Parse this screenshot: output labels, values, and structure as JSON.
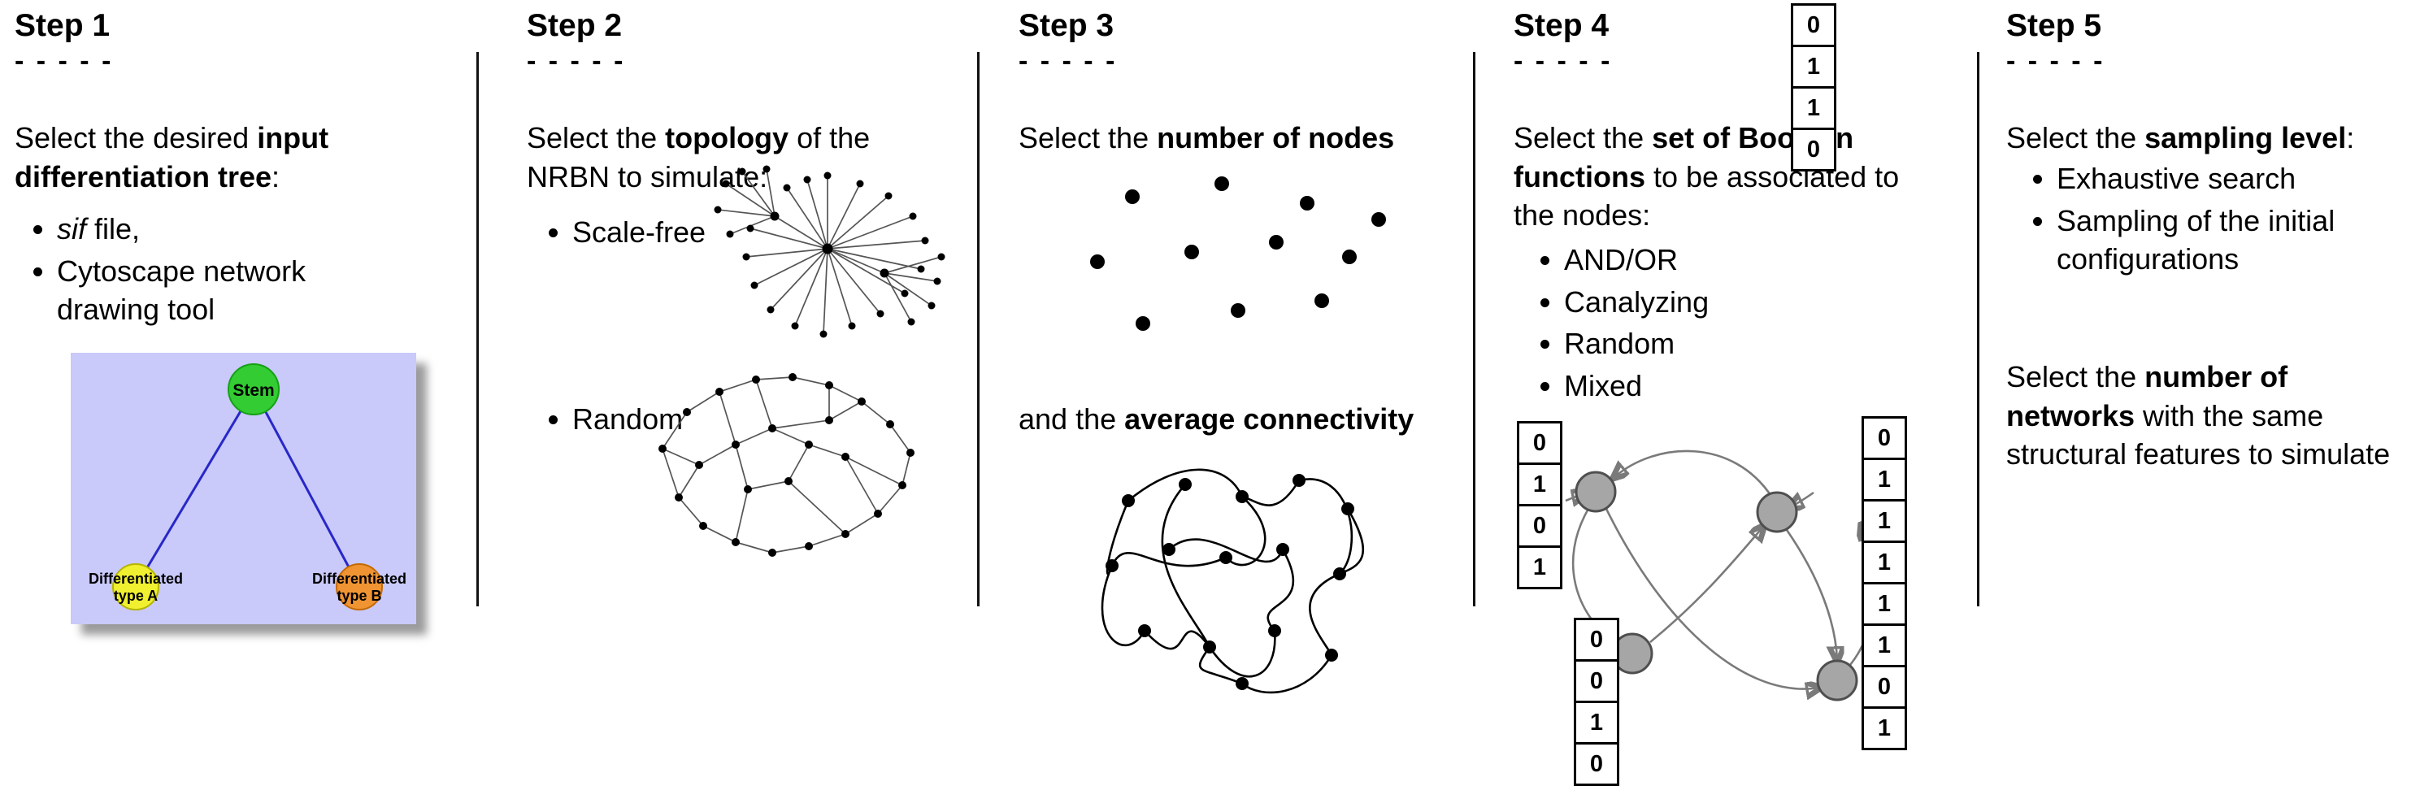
{
  "figure": {
    "type": "workflow-diagram",
    "background": "#ffffff"
  },
  "steps": {
    "step1": {
      "title": "Step 1",
      "dashes": "- - - - -",
      "intro": {
        "pre": "Select the desired ",
        "bold": "input differentiation tree",
        "post": ":"
      },
      "bullets": {
        "item1_italic": "sif",
        "item1_rest": " file,",
        "item2": "Cytoscape network drawing tool"
      },
      "tree": {
        "stem_label": "Stem",
        "type_a_line1": "Differentiated",
        "type_a_line2": "type A",
        "type_b_line1": "Differentiated",
        "type_b_line2": "type B",
        "colors": {
          "panel": "#c9c9fa",
          "stem": "#33cc33",
          "type_a": "#f0f030",
          "type_b": "#f09433",
          "edge": "#2828c8"
        }
      }
    },
    "step2": {
      "title": "Step 2",
      "dashes": "- - - - -",
      "intro": {
        "pre": "Select the ",
        "bold": "topology",
        "post": " of the NRBN to simulate:"
      },
      "bullets": {
        "item1": "Scale-free",
        "item2": "Random"
      }
    },
    "step3": {
      "title": "Step 3",
      "dashes": "- - - - -",
      "intro": {
        "pre": "Select the ",
        "bold": "number of nodes",
        "post": ""
      },
      "second": {
        "pre": "and the ",
        "bold": "average connectivity",
        "post": ""
      }
    },
    "step4": {
      "title": "Step 4",
      "dashes": "- - - - -",
      "intro": {
        "pre": "Select the ",
        "bold": "set of Boolean functions",
        "post": " to be associated to the nodes:"
      },
      "bullets": [
        "AND/OR",
        "Canalyzing",
        "Random",
        "Mixed"
      ],
      "tables": {
        "left": [
          "0",
          "1",
          "0",
          "1"
        ],
        "top": [
          "0",
          "1",
          "1",
          "0"
        ],
        "right": [
          "0",
          "1",
          "1",
          "1",
          "1",
          "1",
          "0",
          "1"
        ],
        "bottom_left": [
          "0",
          "0",
          "1",
          "0"
        ]
      }
    },
    "step5": {
      "title": "Step 5",
      "dashes": "- - - - -",
      "intro": {
        "pre": "Select the ",
        "bold": "sampling level",
        "post": ":"
      },
      "bullets": {
        "item1": "Exhaustive search",
        "item2": "Sampling of the initial configurations"
      },
      "second": {
        "pre": "Select the ",
        "bold": "number of networks",
        "post": " with the same structural features to simulate"
      }
    }
  }
}
